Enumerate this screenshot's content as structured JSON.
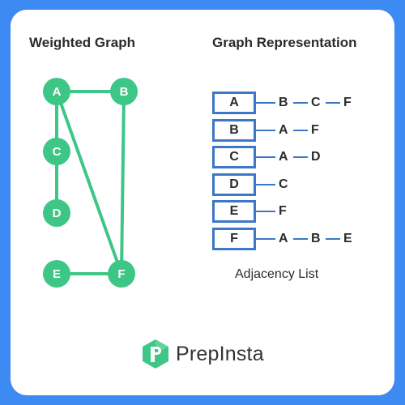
{
  "headings": {
    "left": "Weighted Graph",
    "right": "Graph Representation"
  },
  "graph": {
    "nodes": [
      "A",
      "B",
      "C",
      "D",
      "E",
      "F"
    ],
    "edges": [
      [
        "A",
        "B"
      ],
      [
        "A",
        "C"
      ],
      [
        "A",
        "F"
      ],
      [
        "B",
        "F"
      ],
      [
        "C",
        "D"
      ],
      [
        "E",
        "F"
      ]
    ]
  },
  "adjacency_list": [
    {
      "vertex": "A",
      "neighbors": [
        "B",
        "C",
        "F"
      ]
    },
    {
      "vertex": "B",
      "neighbors": [
        "A",
        "F"
      ]
    },
    {
      "vertex": "C",
      "neighbors": [
        "A",
        "D"
      ]
    },
    {
      "vertex": "D",
      "neighbors": [
        "C"
      ]
    },
    {
      "vertex": "E",
      "neighbors": [
        "F"
      ]
    },
    {
      "vertex": "F",
      "neighbors": [
        "A",
        "B",
        "E"
      ]
    }
  ],
  "caption": "Adjacency List",
  "logo": {
    "text": "PrepInsta"
  },
  "colors": {
    "background": "#3d8af2",
    "node": "#3ec686",
    "edge": "#3ec686",
    "list_border": "#3d78c7"
  }
}
